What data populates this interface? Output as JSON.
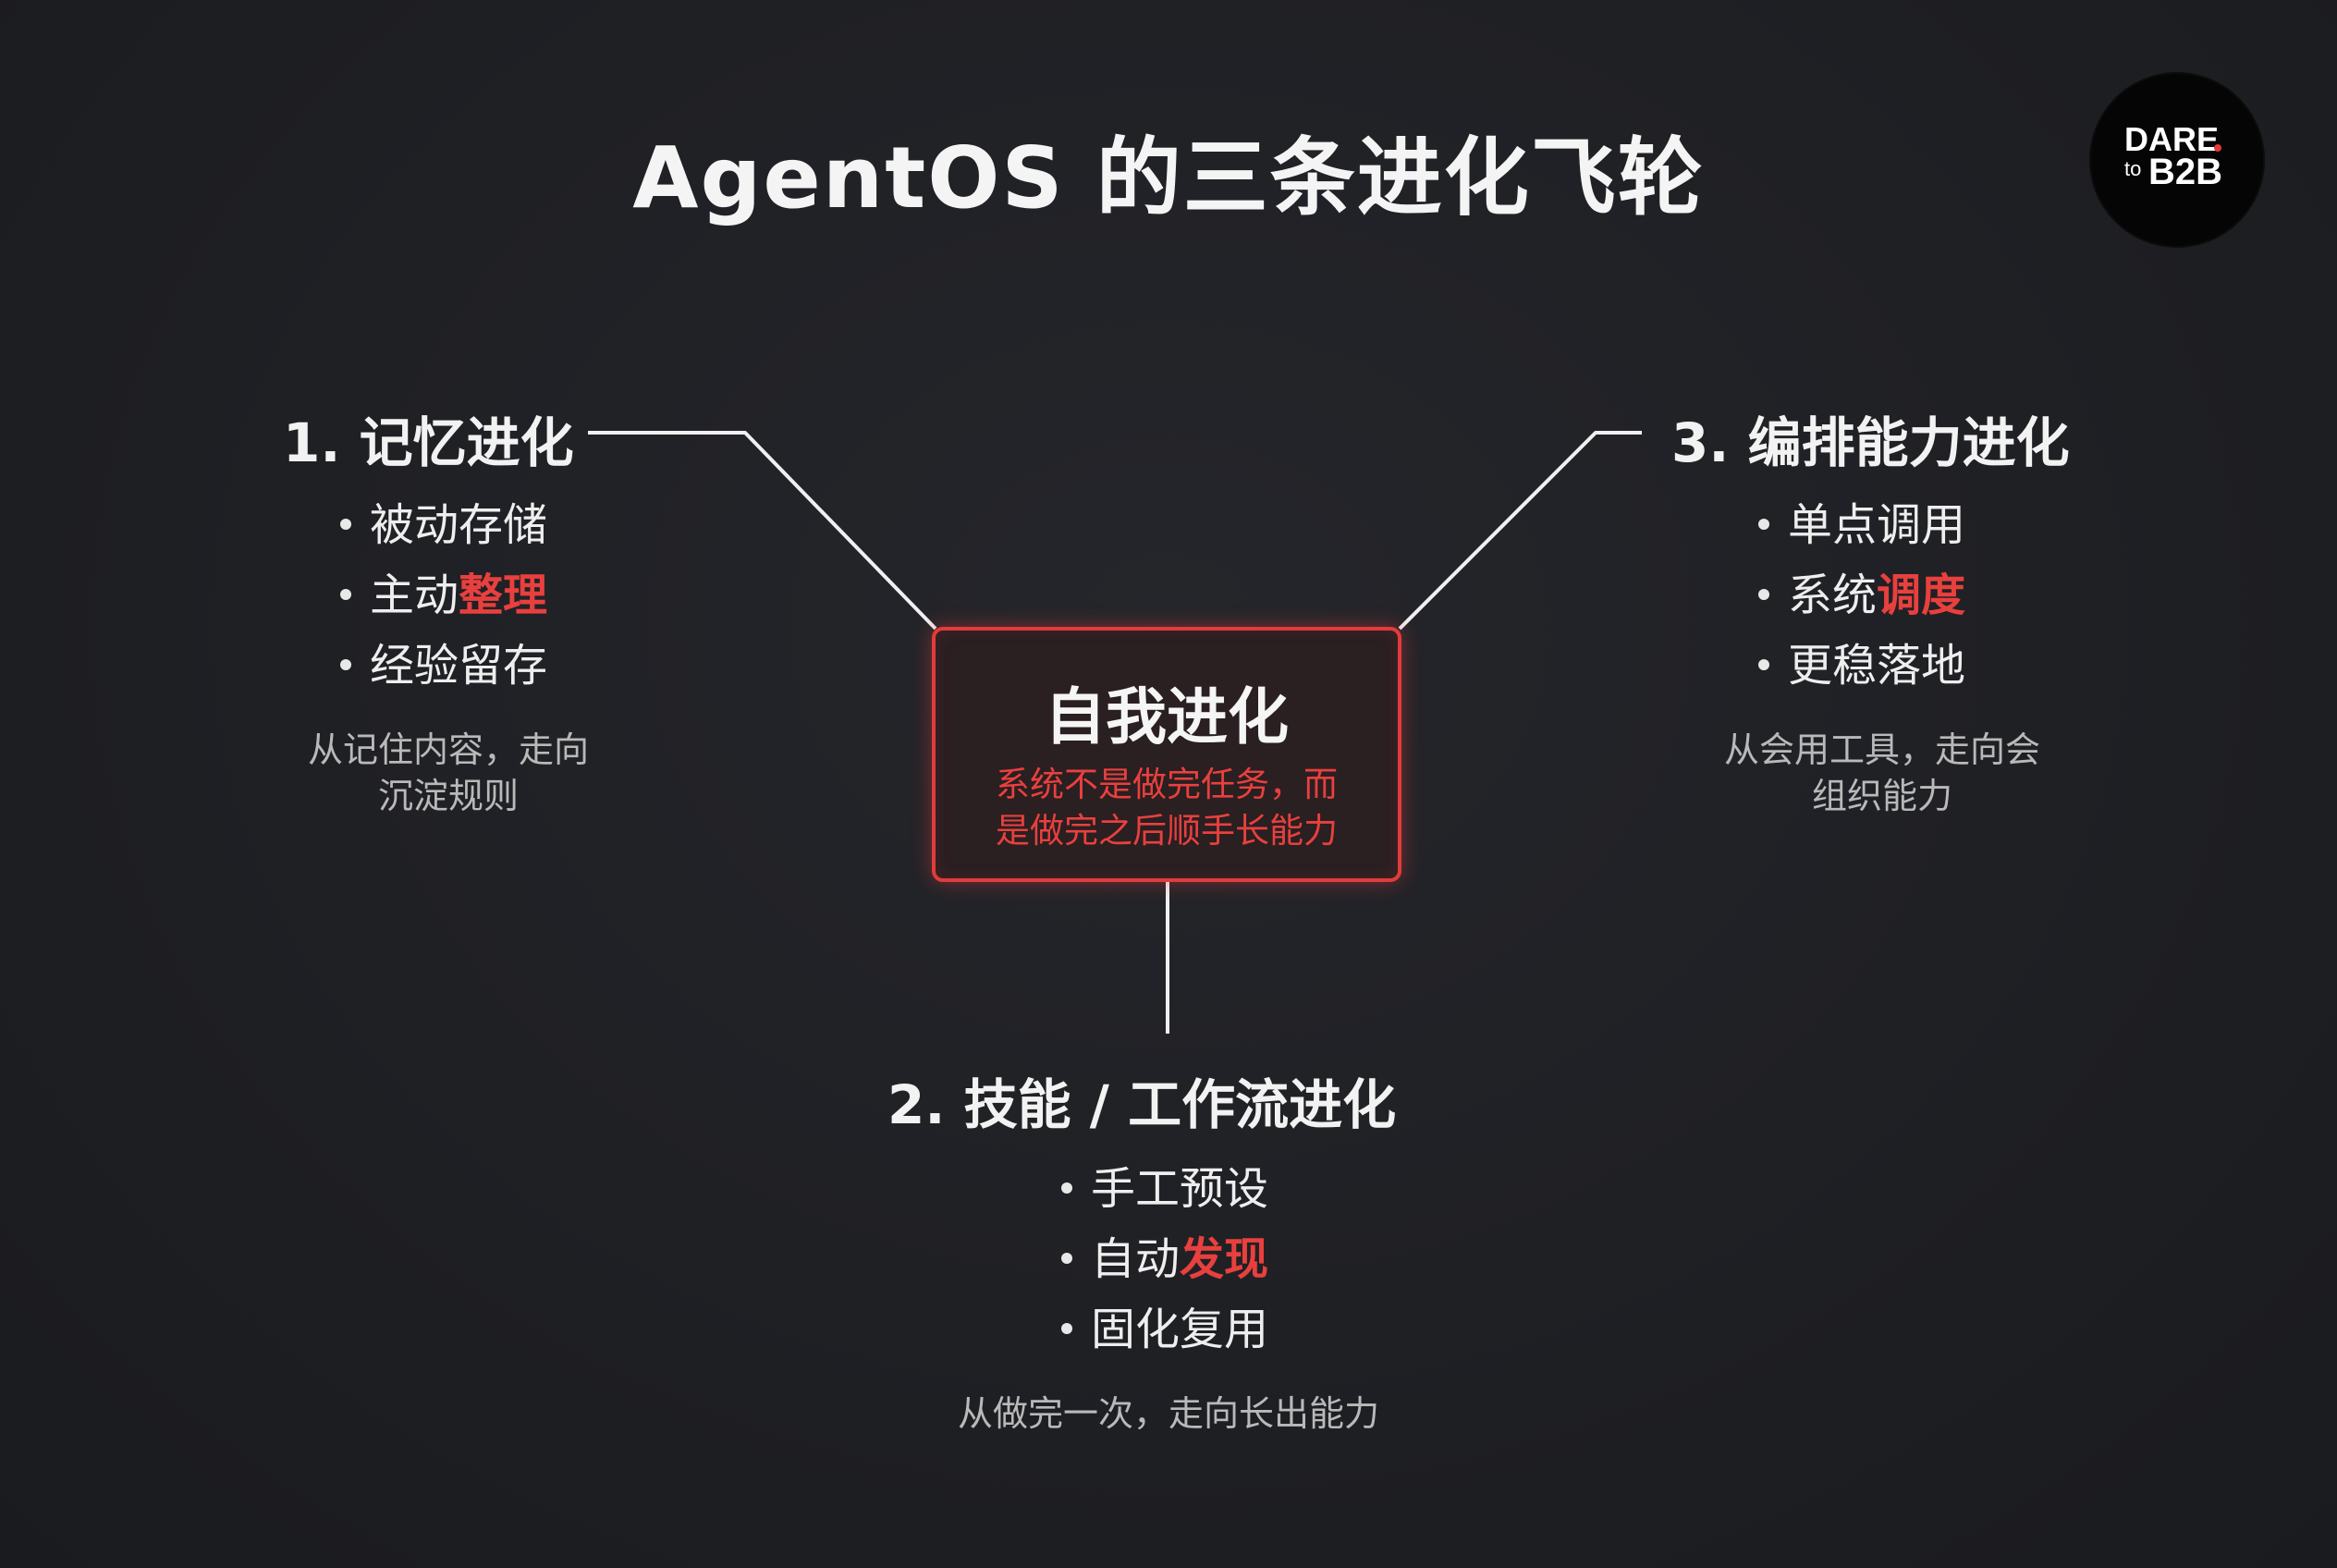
{
  "title": "AgentOS 的三条进化飞轮",
  "logo": {
    "line1": "DARE",
    "line2_small": "to",
    "line2_big": "B2B"
  },
  "center": {
    "title": "自我进化",
    "subtitle_line1": "系统不是做完任务，而",
    "subtitle_line2": "是做完之后顺手长能力"
  },
  "branches": {
    "memory": {
      "title": "1. 记忆进化",
      "items": [
        {
          "plain": "被动存储",
          "highlight": ""
        },
        {
          "plain": "主动",
          "highlight": "整理"
        },
        {
          "plain": "经验留存",
          "highlight": ""
        }
      ],
      "note_line1": "从记住内容，走向",
      "note_line2": "沉淀规则"
    },
    "skills": {
      "title": "2. 技能 / 工作流进化",
      "items": [
        {
          "plain": "手工预设",
          "highlight": ""
        },
        {
          "plain": "自动",
          "highlight": "发现"
        },
        {
          "plain": "固化复用",
          "highlight": ""
        }
      ],
      "note_line1": "从做完一次，走向长出能力"
    },
    "orchestration": {
      "title": "3. 编排能力进化",
      "items": [
        {
          "plain": "单点调用",
          "highlight": ""
        },
        {
          "plain": "系统",
          "highlight": "调度"
        },
        {
          "plain": "更稳落地",
          "highlight": ""
        }
      ],
      "note_line1": "从会用工具，走向会",
      "note_line2": "组织能力"
    }
  },
  "colors": {
    "background": "#1f2024",
    "accent": "#e23b3b",
    "text": "#f2f2f2",
    "muted": "#b9b9b9"
  }
}
